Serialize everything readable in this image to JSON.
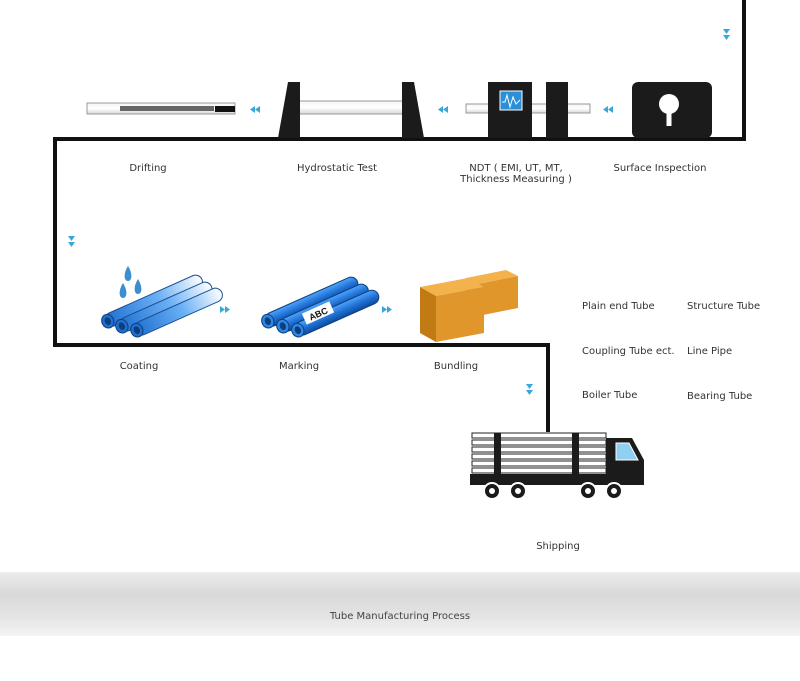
{
  "stages": {
    "drifting": "Drifting",
    "hydrostatic_test": "Hydrostatic Test",
    "ndt": "NDT ( EMI, UT, MT, Thickness Measuring )",
    "surface_inspection": "Surface Inspection",
    "coating": "Coating",
    "marking": "Marking",
    "bundling": "Bundling",
    "shipping": "Shipping"
  },
  "products": {
    "plain_end_tube": "Plain end Tube",
    "structure_tube": "Structure Tube",
    "coupling_tube": "Coupling Tube ect.",
    "line_pipe": "Line Pipe",
    "boiler_tube": "Boiler Tube",
    "bearing_tube": "Bearing Tube"
  },
  "marking_text": "ABC",
  "footer": {
    "caption": "Tube Manufacturing Process"
  },
  "colors": {
    "line": "#111111",
    "arrow": "#3aa7d8",
    "pipe_blue": "#1f6fd1",
    "box": "#e0962a",
    "water": "#3a8fd0"
  },
  "icons": [
    "drift-tool-icon",
    "hydro-press-icon",
    "ndt-monitor-icon",
    "inspection-icon",
    "water-drops-icon",
    "pipe-bundle-icon",
    "box-icon",
    "truck-icon"
  ]
}
